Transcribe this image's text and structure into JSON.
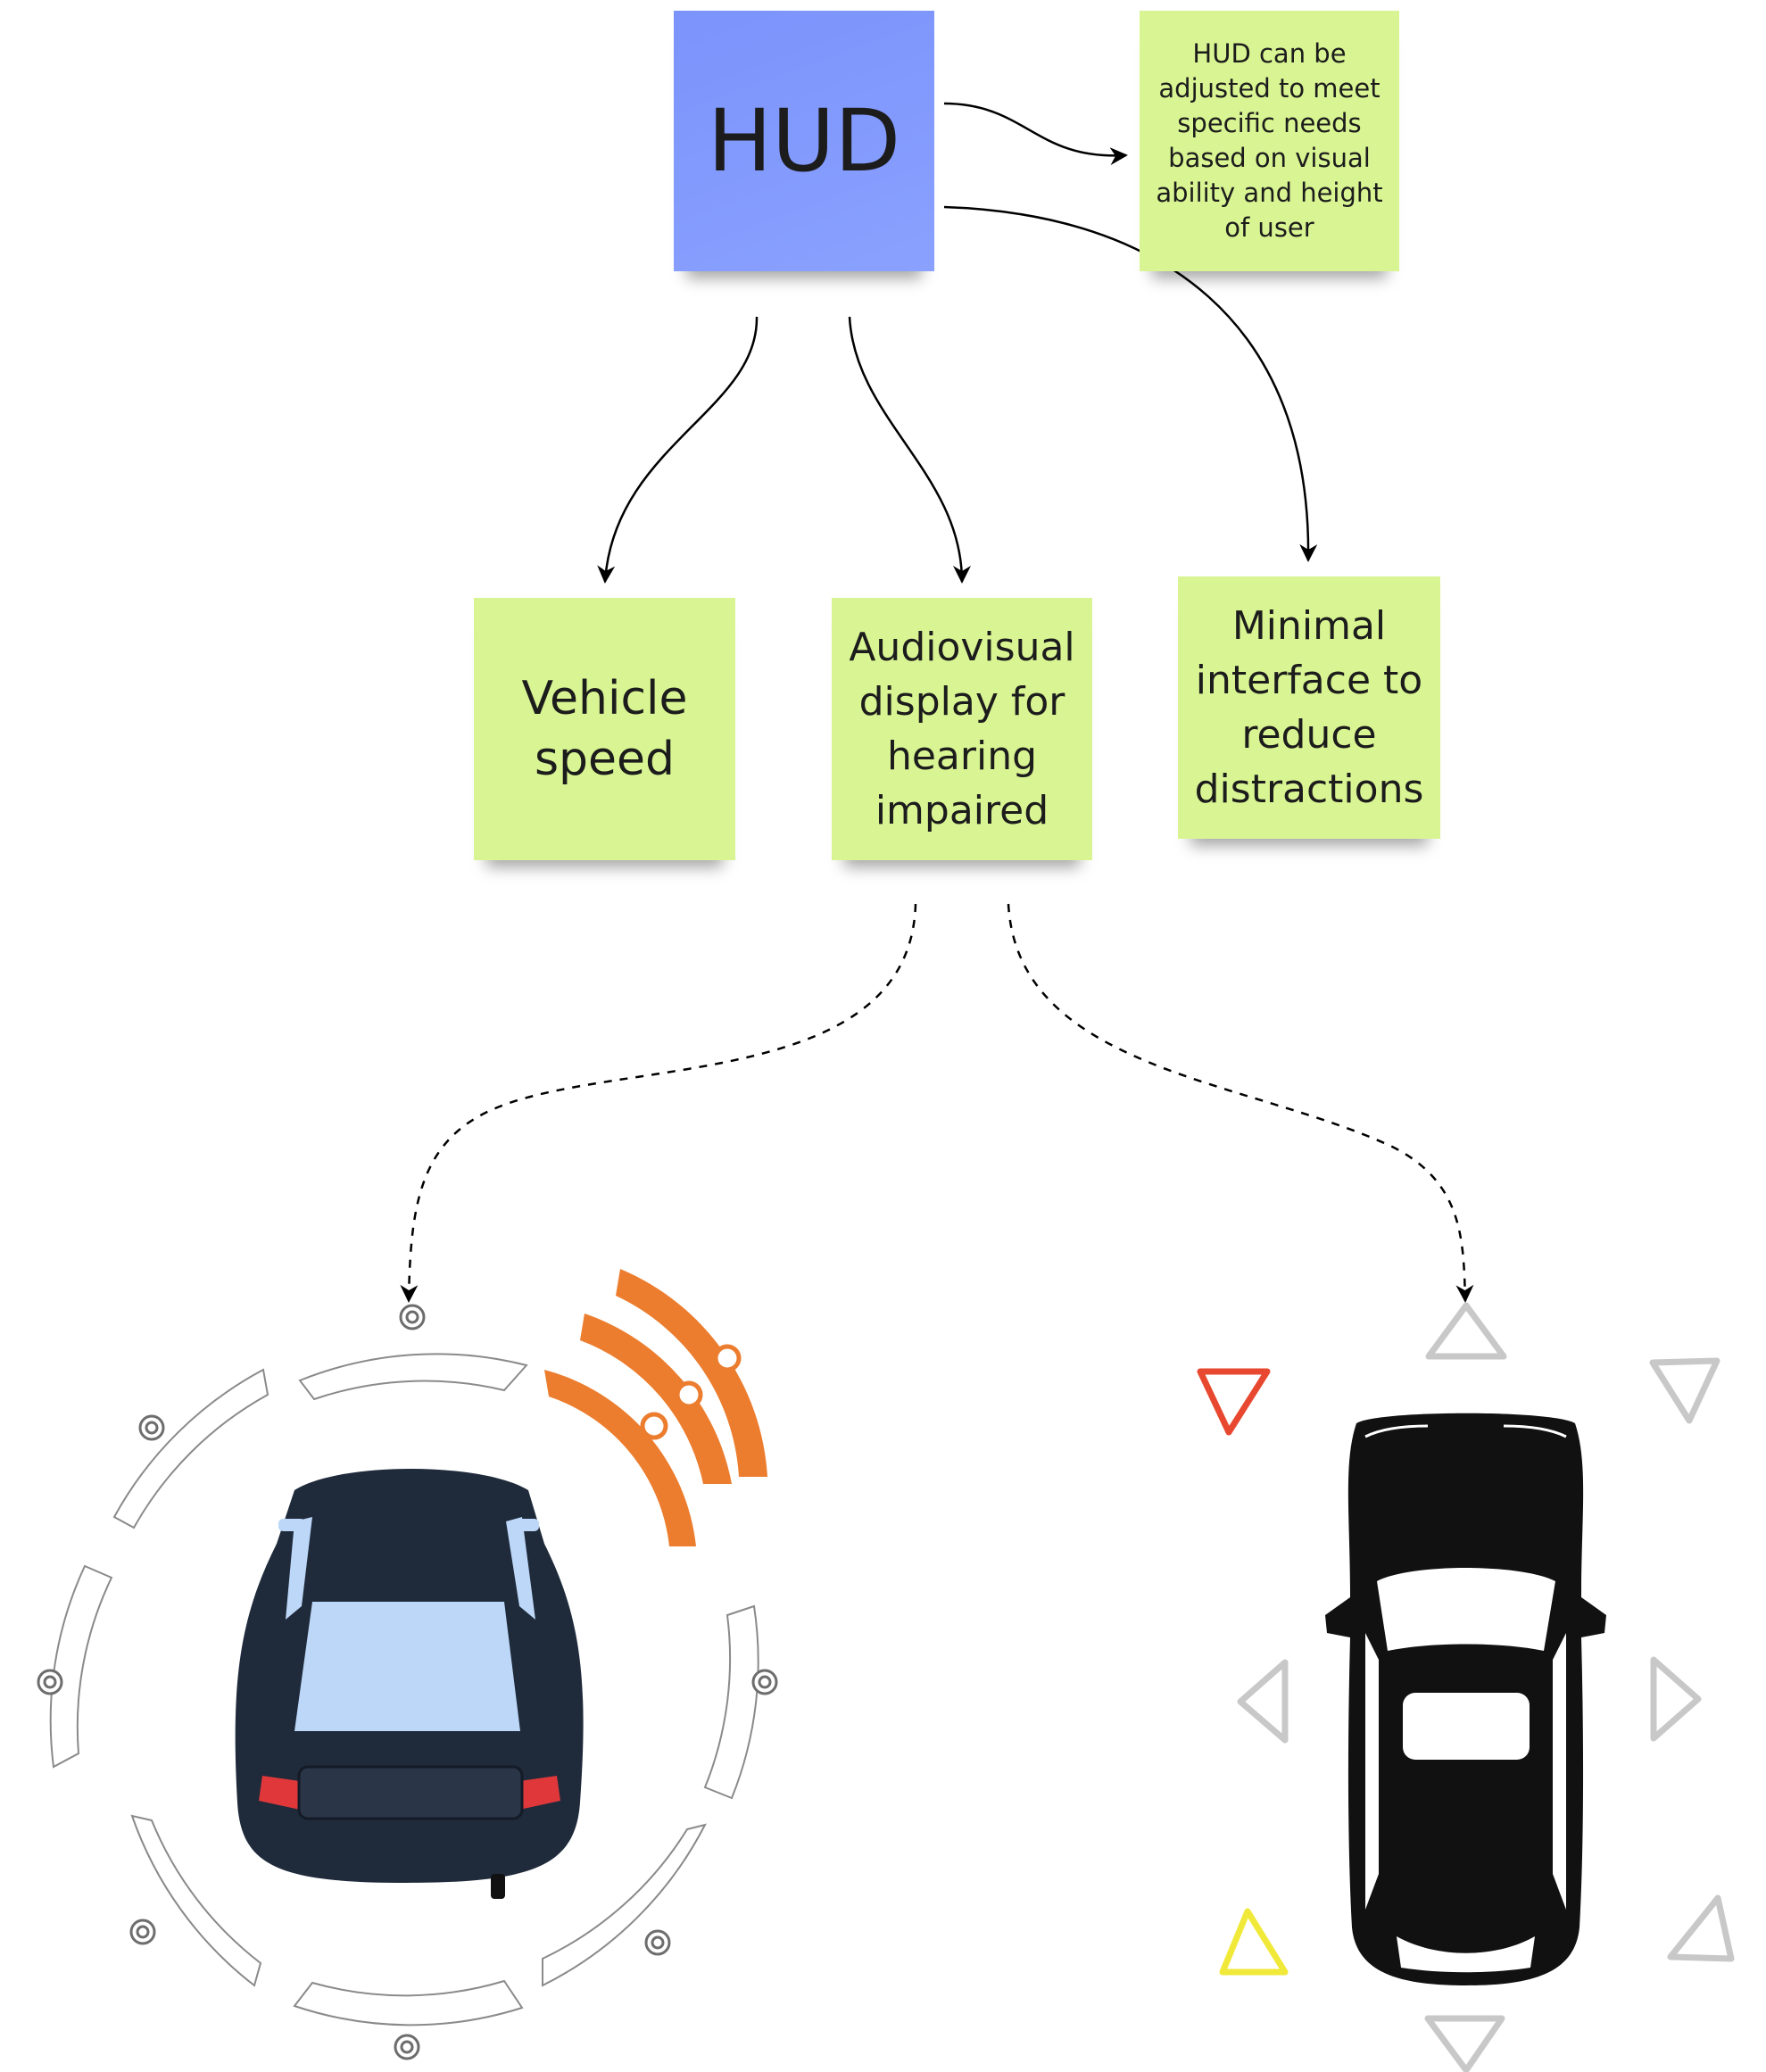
{
  "notes": {
    "hud": "HUD",
    "adjust": "HUD can be\nadjusted to meet\nspecific needs\nbased on visual\nability and height\nof user",
    "speed": "Vehicle\nspeed",
    "audiovisual": "Audiovisual\ndisplay for\nhearing\nimpaired",
    "minimal": "Minimal\ninterface to\nreduce\ndistractions"
  },
  "colors": {
    "hud_note": "#7b93fb",
    "green_note": "#d9f593",
    "signal_orange": "#ec7d2e",
    "alert_red": "#e8482f",
    "alert_yellow": "#f1e93a",
    "indicator_gray": "#c8c8c8",
    "car_dark": "#1f2a3b",
    "car_glass": "#bcd7f7",
    "car_black": "#111111"
  }
}
